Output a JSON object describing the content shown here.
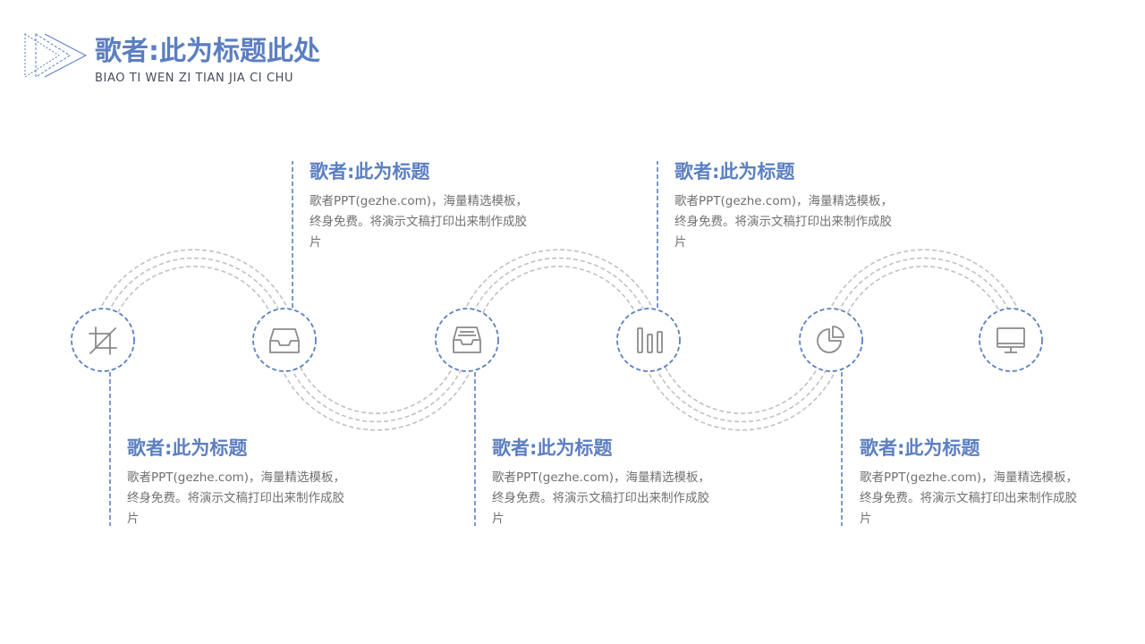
{
  "header": {
    "title": "歌者:此为标题此处",
    "subtitle": "BIAO TI WEN ZI TIAN JIA CI CHU"
  },
  "colors": {
    "accent": "#5b7fc1",
    "arc": "#c2c2c2",
    "icon": "#8a8a8a",
    "body_text": "#707070",
    "background": "#ffffff"
  },
  "steps": [
    {
      "icon": "crop-icon"
    },
    {
      "icon": "inbox-tray-icon"
    },
    {
      "icon": "archive-box-icon"
    },
    {
      "icon": "bar-chart-icon"
    },
    {
      "icon": "pie-chart-icon"
    },
    {
      "icon": "monitor-icon"
    }
  ],
  "cards": [
    {
      "title": "歌者:此为标题",
      "text": "歌者PPT(gezhe.com)，海量精选模板，终身免费。将演示文稿打印出来制作成胶片"
    },
    {
      "title": "歌者:此为标题",
      "text": "歌者PPT(gezhe.com)，海量精选模板，终身免费。将演示文稿打印出来制作成胶片"
    },
    {
      "title": "歌者:此为标题",
      "text": "歌者PPT(gezhe.com)，海量精选模板，终身免费。将演示文稿打印出来制作成胶片"
    },
    {
      "title": "歌者:此为标题",
      "text": "歌者PPT(gezhe.com)，海量精选模板，终身免费。将演示文稿打印出来制作成胶片"
    },
    {
      "title": "歌者:此为标题",
      "text": "歌者PPT(gezhe.com)，海量精选模板，终身免费。将演示文稿打印出来制作成胶片"
    }
  ]
}
